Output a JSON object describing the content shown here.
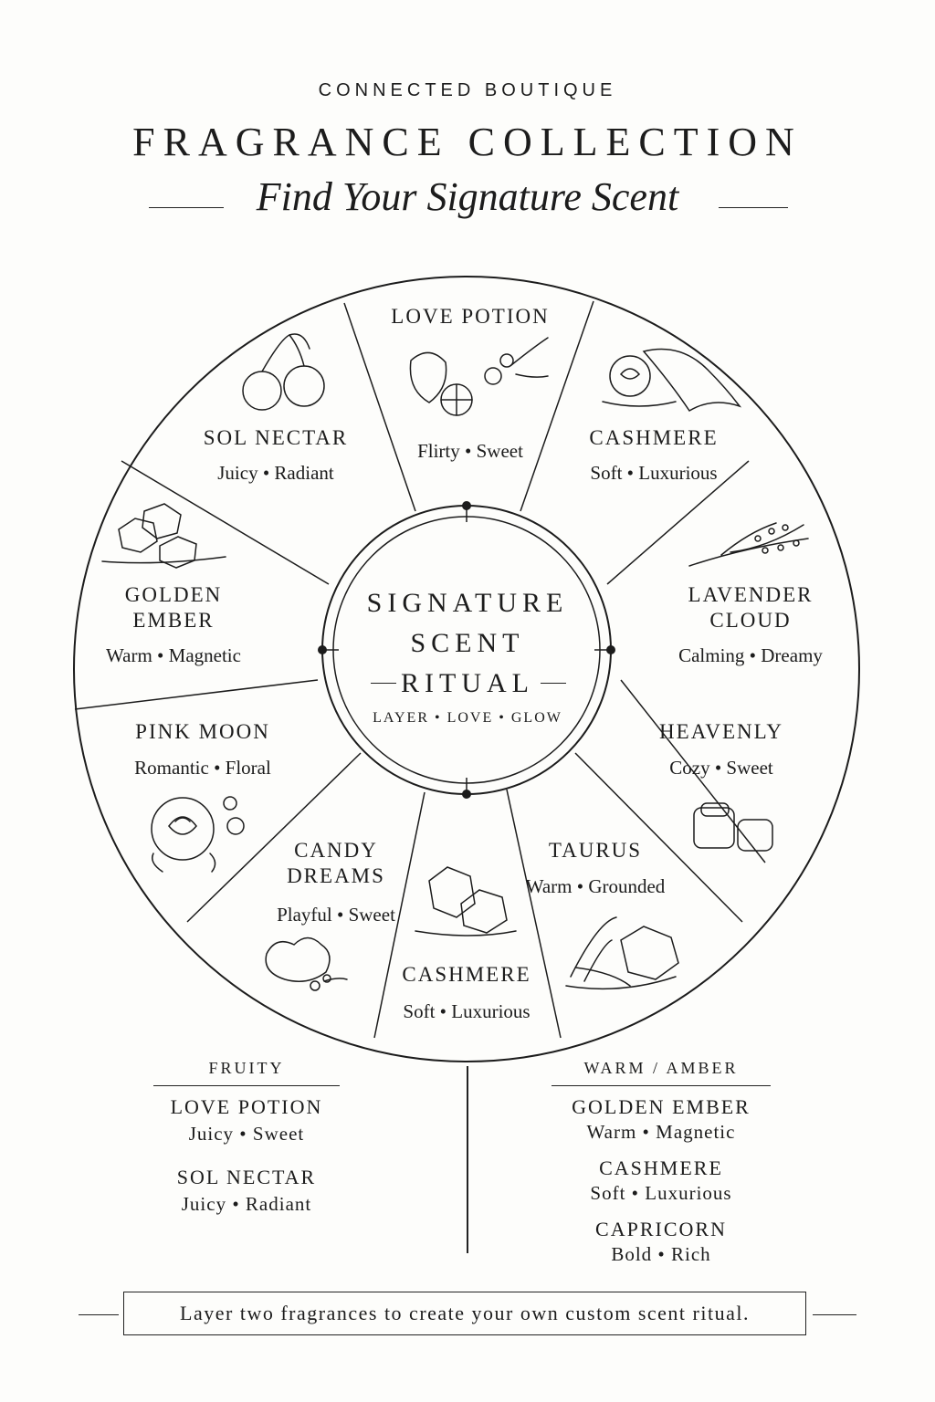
{
  "header": {
    "brand": "CONNECTED BOUTIQUE",
    "title": "FRAGRANCE COLLECTION",
    "subtitle": "Find Your Signature Scent"
  },
  "hub": {
    "line1": "SIGNATURE",
    "line2": "SCENT",
    "line3": "RITUAL",
    "tagline": "LAYER • LOVE • GLOW"
  },
  "segments": [
    {
      "name": "LOVE POTION",
      "desc": "Flirty • Sweet",
      "icon": "strawberry-lemon-flowers-icon"
    },
    {
      "name": "CASHMERE",
      "desc": "Soft • Luxurious",
      "icon": "rose-silk-icon"
    },
    {
      "name": "LAVENDER CLOUD",
      "desc": "Calming • Dreamy",
      "icon": "lavender-sprig-icon"
    },
    {
      "name": "HEAVENLY",
      "desc": "Cozy • Sweet",
      "icon": "marshmallow-icon"
    },
    {
      "name": "TAURUS",
      "desc": "Warm • Grounded",
      "icon": "crystal-wood-icon"
    },
    {
      "name": "CASHMERE",
      "desc": "Soft • Luxurious",
      "icon": "crystals-icon"
    },
    {
      "name": "CANDY DREAMS",
      "desc": "Playful • Sweet",
      "icon": "cotton-candy-icon"
    },
    {
      "name": "PINK MOON",
      "desc": "Romantic • Floral",
      "icon": "rose-icon"
    },
    {
      "name": "GOLDEN EMBER",
      "desc": "Warm • Magnetic",
      "icon": "amber-crystals-icon"
    },
    {
      "name": "SOL NECTAR",
      "desc": "Juicy • Radiant",
      "icon": "cherries-icon"
    }
  ],
  "legend": {
    "left": {
      "heading": "FRUITY",
      "items": [
        {
          "name": "LOVE POTION",
          "desc": "Juicy • Sweet"
        },
        {
          "name": "SOL NECTAR",
          "desc": "Juicy • Radiant"
        }
      ]
    },
    "right": {
      "heading": "WARM / AMBER",
      "items": [
        {
          "name": "GOLDEN EMBER",
          "desc": "Warm • Magnetic"
        },
        {
          "name": "CASHMERE",
          "desc": "Soft • Luxurious"
        },
        {
          "name": "CAPRICORN",
          "desc": "Bold • Rich"
        }
      ]
    }
  },
  "footer": {
    "text": "Layer two fragrances to create your own custom scent ritual."
  }
}
